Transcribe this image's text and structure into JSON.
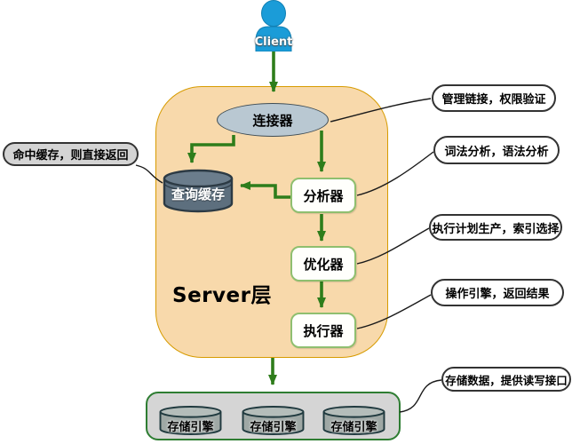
{
  "client": {
    "label": "Client"
  },
  "server": {
    "label": "Server层"
  },
  "nodes": {
    "connector": "连接器",
    "query_cache": "查询缓存",
    "analyzer": "分析器",
    "optimizer": "优化器",
    "executor": "执行器"
  },
  "storage": {
    "engines": [
      "存储引擎",
      "存储引擎",
      "存储引擎"
    ]
  },
  "callouts": {
    "cache_hit": "命中缓存，则直接返回",
    "connector_note": "管理链接，权限验证",
    "analyzer_note": "词法分析，语法分析",
    "optimizer_note": "执行计划生产，索引选择",
    "executor_note": "操作引擎，返回结果",
    "storage_note": "存储数据，提供读写接口"
  },
  "colors": {
    "server_fill": "#f8d9ab",
    "server_border": "#d79b00",
    "arrow_green": "#2e7d1b",
    "box_border": "#8fbf6f",
    "ellipse_fill": "#b9c8d2",
    "cache_cylinder_fill": "#5d6f7e",
    "storage_fill": "#d5d5d5",
    "storage_cylinder_fill": "#9fa8a5",
    "client_blue": "#1b9cd8"
  }
}
